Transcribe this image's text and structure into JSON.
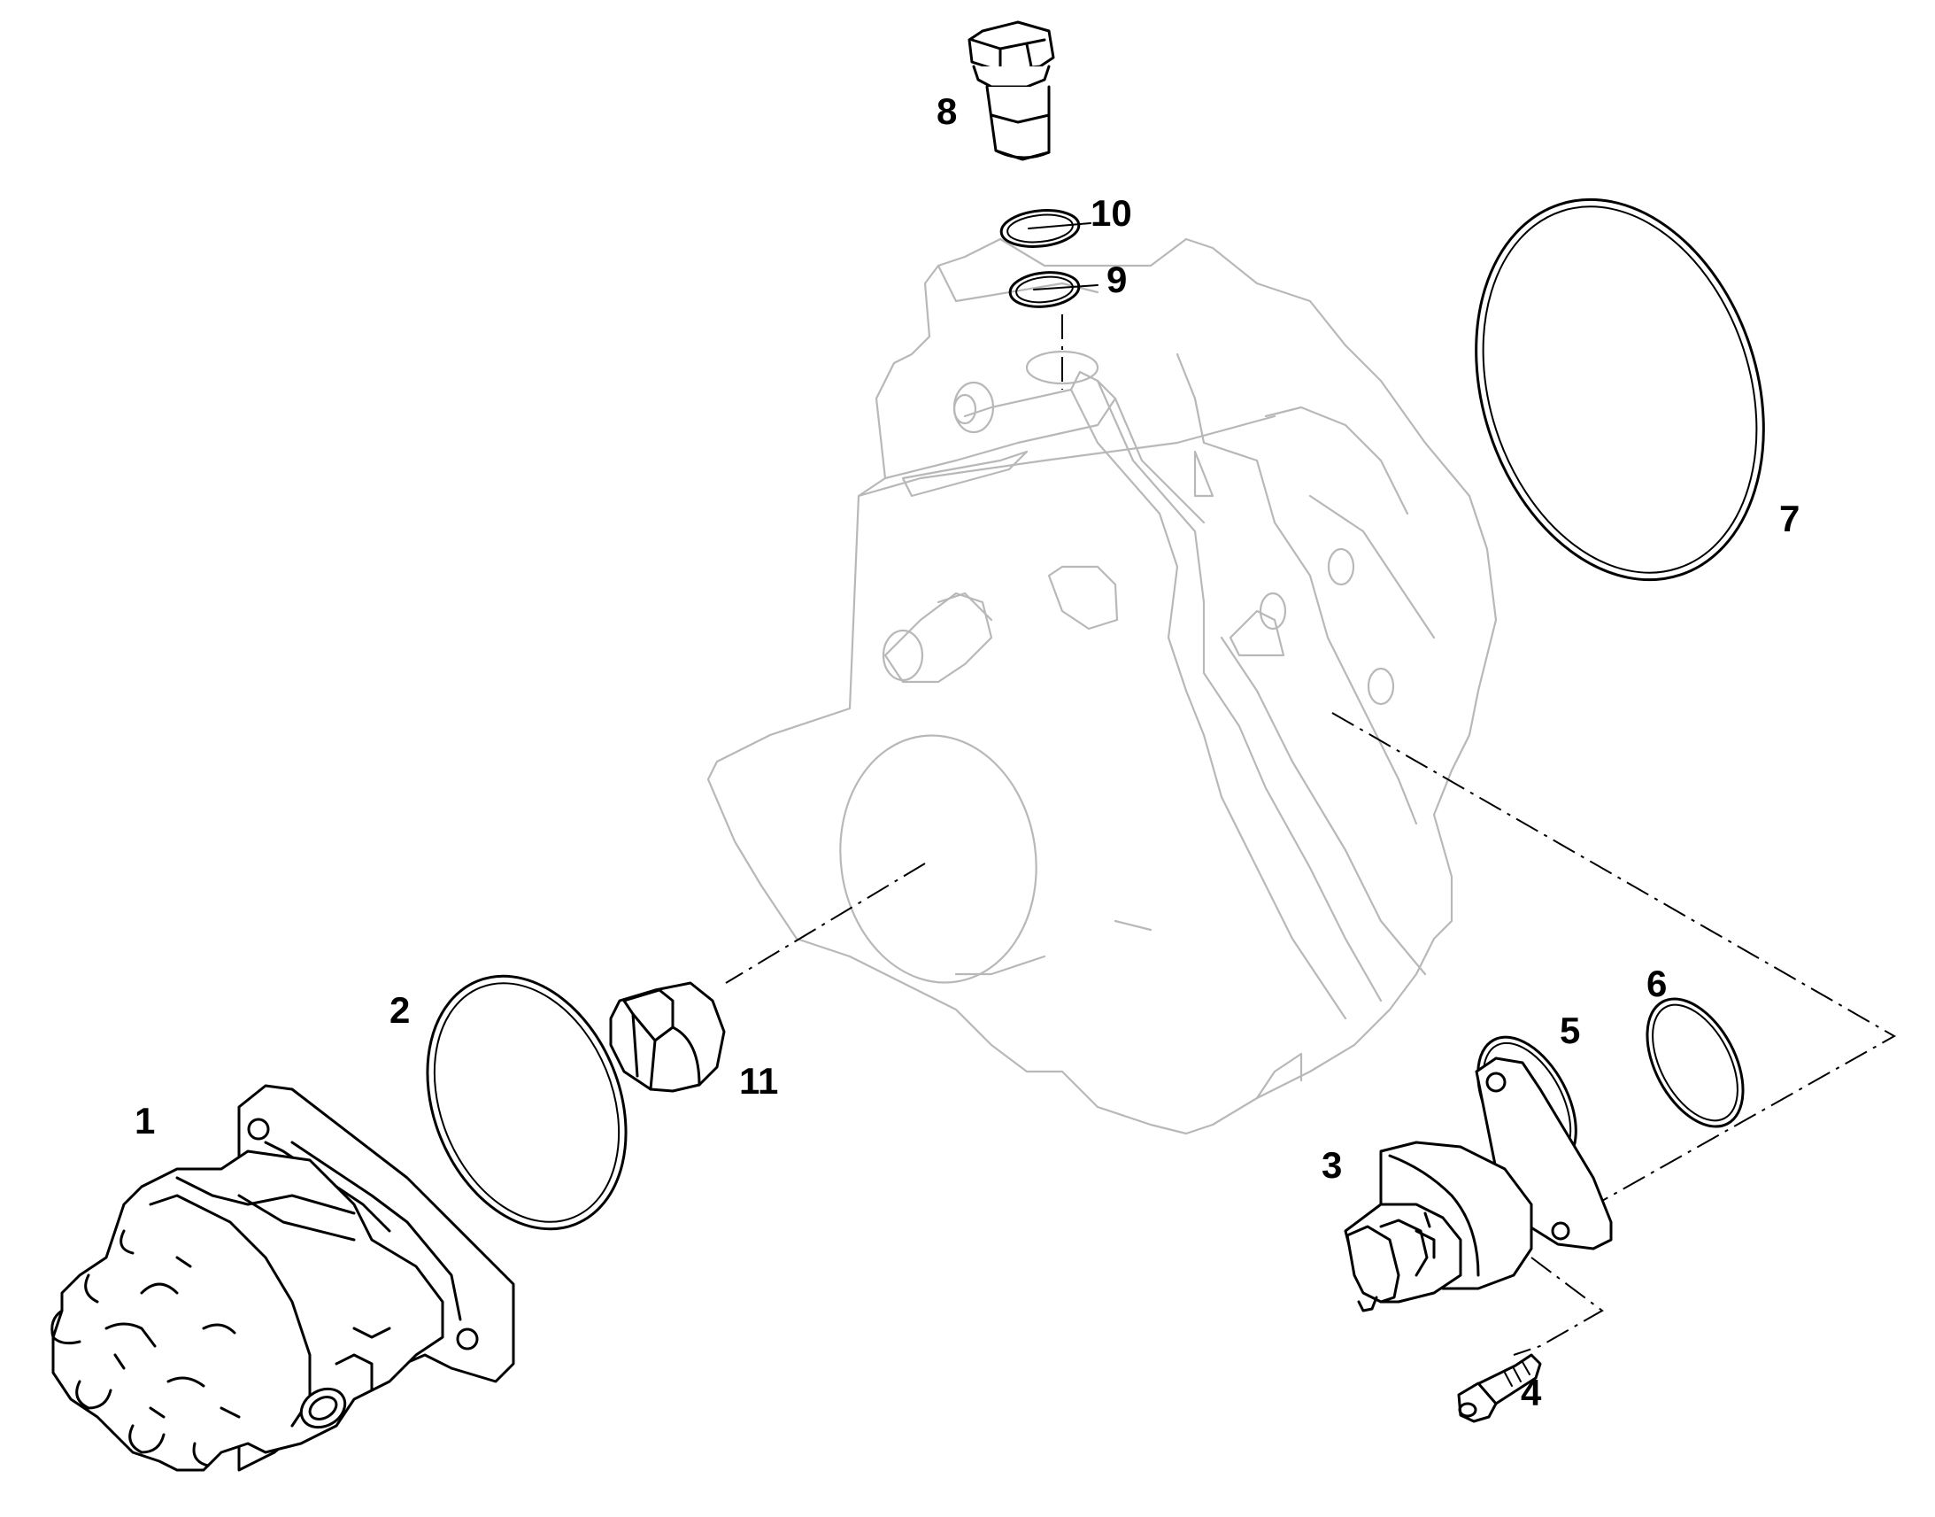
{
  "diagram": {
    "type": "exploded-parts-view",
    "callouts": [
      {
        "id": "callout-1",
        "label": "1"
      },
      {
        "id": "callout-2",
        "label": "2"
      },
      {
        "id": "callout-3",
        "label": "3"
      },
      {
        "id": "callout-4",
        "label": "4"
      },
      {
        "id": "callout-5",
        "label": "5"
      },
      {
        "id": "callout-6",
        "label": "6"
      },
      {
        "id": "callout-7",
        "label": "7"
      },
      {
        "id": "callout-8",
        "label": "8"
      },
      {
        "id": "callout-9",
        "label": "9"
      },
      {
        "id": "callout-10",
        "label": "10"
      },
      {
        "id": "callout-11",
        "label": "11"
      }
    ],
    "colors": {
      "line": "#000000",
      "ghost": "#b8b8b8",
      "background": "#ffffff"
    }
  }
}
